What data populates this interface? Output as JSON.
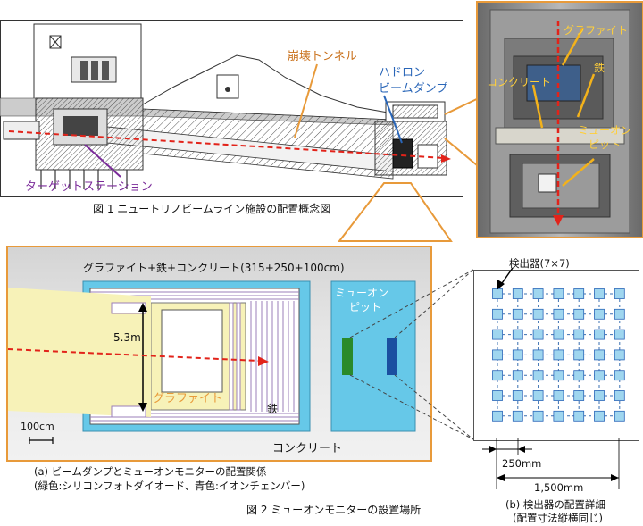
{
  "fig1": {
    "caption": "図 1 ニュートリノビームライン施設の配置概念図",
    "collapse_tunnel": "崩壊トンネル",
    "hadron_dump_line1": "ハドロン",
    "hadron_dump_line2": "ビームダンプ",
    "target_station": "ターゲットステーション"
  },
  "photo": {
    "graphite": "グラファイト",
    "concrete": "コンクリート",
    "iron": "鉄",
    "muon_pit_line1": "ミューオン",
    "muon_pit_line2": "ピット"
  },
  "fig2a": {
    "header": "グラファイト+鉄+コンクリート(315+250+100cm)",
    "height_label": "5.3m",
    "graphite_label": "グラファイト",
    "iron_label": "鉄",
    "concrete_label": "コンクリート",
    "muon_pit_line1": "ミューオン",
    "muon_pit_line2": "ピット",
    "scale_label": "100cm",
    "caption_line1": "(a) ビームダンプとミューオンモニターの配置関係",
    "caption_line2": "(緑色:シリコンフォトダイオード、青色:イオンチェンバー)"
  },
  "fig2b": {
    "detector_label": "検出器(7×7)",
    "pitch_label": "250mm",
    "span_label": "1,500mm",
    "caption_line1": "(b) 検出器の配置詳細",
    "caption_line2": "(配置寸法縦横同じ)",
    "grid_rows": 7,
    "grid_cols": 7
  },
  "fig2_caption": "図 2 ミューオンモニターの設置場所",
  "colors": {
    "orange": "#e89a3a",
    "purple": "#7a2a99",
    "blue_label": "#2a66b8",
    "detector_fill": "#9fd6ef",
    "concrete_cyan": "#66c8e8",
    "graphite_yellow": "#f7f2b8",
    "beam_red": "#e2231a",
    "silicon_green": "#2a8a2a",
    "ion_blue": "#1a4fa0"
  }
}
